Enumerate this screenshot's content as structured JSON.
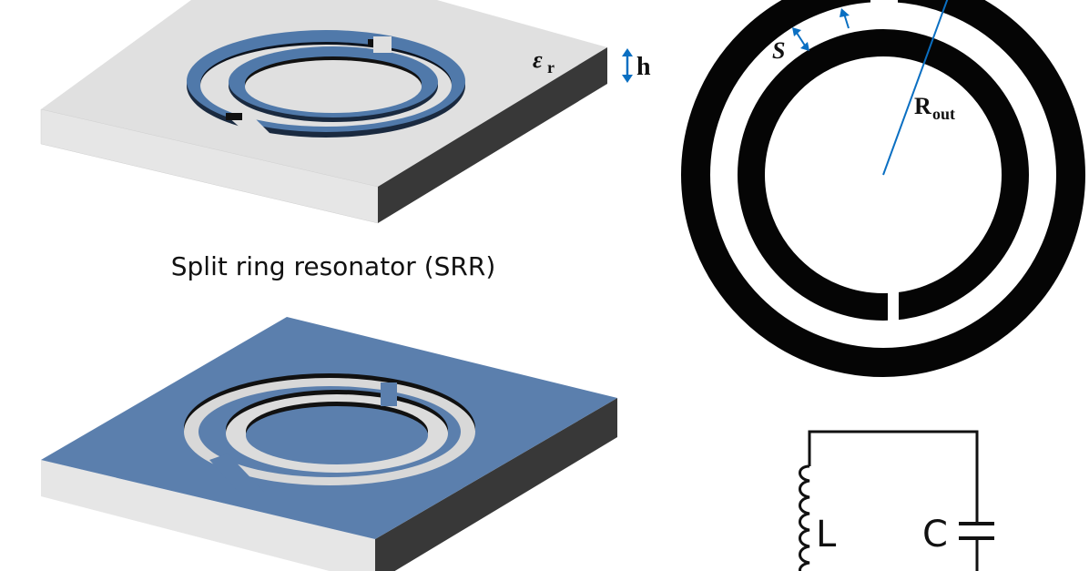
{
  "caption": "Split ring resonator (SRR)",
  "labels": {
    "permittivity": "ε",
    "permittivity_sub": "r",
    "height": "h",
    "spacing": "S",
    "radius": "R",
    "radius_sub": "out",
    "inductor": "L",
    "capacitor": "C"
  },
  "colors": {
    "ring_blue": "#5079aa",
    "substrate_light": "#e2e2e2",
    "substrate_dark": "#3a3a3a",
    "annotation_blue": "#0a6fc2",
    "ring_black": "#050505"
  }
}
